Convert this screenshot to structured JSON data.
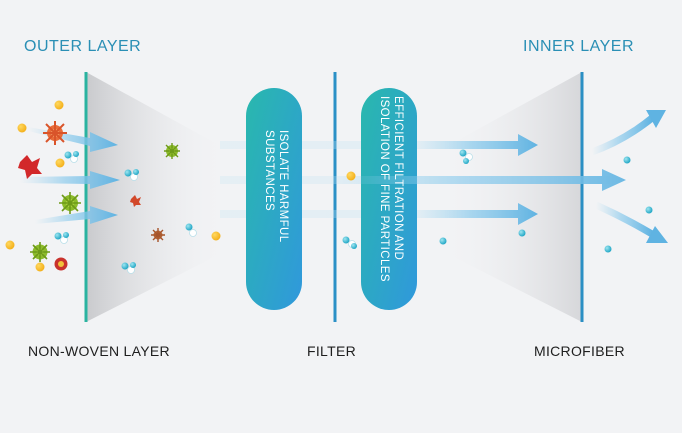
{
  "headings": {
    "outer": "OUTER LAYER",
    "inner": "INNER LAYER"
  },
  "captions": {
    "left": "NON-WOVEN LAYER",
    "middle": "FILTER",
    "right": "MICROFIBER"
  },
  "pills": {
    "first": {
      "line1": "ISOLATE HARMFUL",
      "line2": "SUBSTANCES"
    },
    "second": {
      "line1": "EFFICIENT FILTRATION AND",
      "line2": "ISOLATION OF FINE PARTICLES"
    }
  },
  "colors": {
    "heading": "#2a8fb5",
    "layer_line": "#2ab3a0",
    "filter_line": "#2b90c6",
    "pill_top": "#2ab6b0",
    "pill_bottom": "#2f9fd8",
    "arrow": "#69b9e3"
  },
  "icons": [
    "bacteria-icon",
    "virus-icon",
    "particle-icon",
    "molecule-icon"
  ]
}
